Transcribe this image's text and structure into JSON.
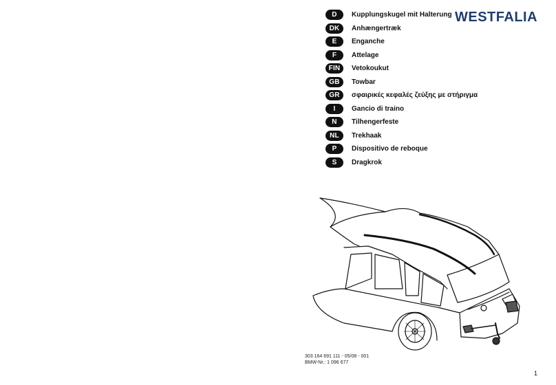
{
  "brand": {
    "logo_text": "WESTFALIA",
    "logo_color": "#1f3d6b"
  },
  "languages": [
    {
      "code": "D",
      "label": "Kupplungskugel mit Halterung"
    },
    {
      "code": "DK",
      "label": "Anhængertræk"
    },
    {
      "code": "E",
      "label": "Enganche"
    },
    {
      "code": "F",
      "label": "Attelage"
    },
    {
      "code": "FIN",
      "label": "Vetokoukut"
    },
    {
      "code": "GB",
      "label": "Towbar"
    },
    {
      "code": "GR",
      "label": "σφαιρικές κεφαλές ζεύξης με στήριγμα"
    },
    {
      "code": "I",
      "label": "Gancio di traino"
    },
    {
      "code": "N",
      "label": "Tilhengerfeste"
    },
    {
      "code": "NL",
      "label": "Trekhaak"
    },
    {
      "code": "P",
      "label": "Dispositivo de reboque"
    },
    {
      "code": "S",
      "label": "Dragkrok"
    }
  ],
  "footer": {
    "part_number": "303 164 691 111 - 05/08 - 001",
    "bmw_number": "BMW-Nr.: 1 096 677",
    "page": "1"
  }
}
